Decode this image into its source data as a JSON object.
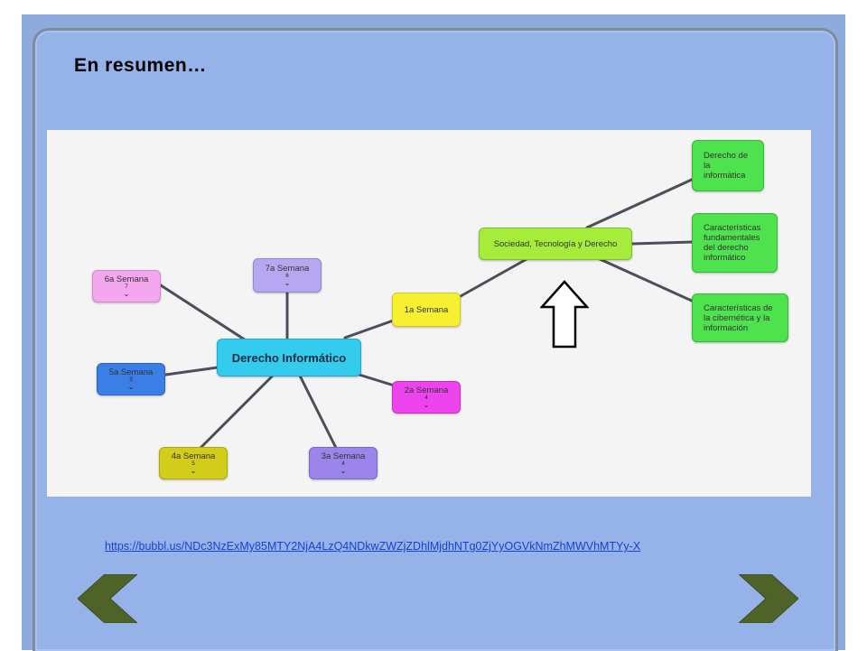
{
  "slide": {
    "title": "En resumen…",
    "link_text": "https://bubbl.us/NDc3NzExMy85MTY2NjA4LzQ4NDkwZWZjZDhlMjdhNTg0ZjYyOGVkNmZhMWVhMTYy-X",
    "colors": {
      "background": "#8faadc",
      "panel": "#95b3e8",
      "map_background": "#f4f4f4",
      "nav_arrow": "#4f6228"
    }
  },
  "mindmap": {
    "center": {
      "label": "Derecho Informático",
      "color": "#33ccee"
    },
    "weeks": [
      {
        "label": "1a Semana",
        "color": "#f5f032"
      },
      {
        "label": "2a Semana",
        "num": "4",
        "color": "#ee44ee"
      },
      {
        "label": "3a Semana",
        "num": "4",
        "color": "#9b85ea"
      },
      {
        "label": "4a Semana",
        "num": "5",
        "color": "#d2cc1a"
      },
      {
        "label": "5a Semana",
        "num": "3",
        "color": "#3b7fe6"
      },
      {
        "label": "6a Semana",
        "num": "7",
        "color": "#f4a6ee"
      },
      {
        "label": "7a Semana",
        "num": "6",
        "color": "#b7a6f0"
      }
    ],
    "topic": {
      "label": "Sociedad, Tecnología y Derecho",
      "color": "#a6ec3a"
    },
    "subtopics": [
      {
        "label": "Derecho de la informática",
        "lines": [
          "Derecho de",
          "la",
          "informática"
        ],
        "color": "#4fe24f"
      },
      {
        "label": "Características fundamentales del derecho informático",
        "lines": [
          "Características",
          "fundamentales",
          "del derecho",
          "informático"
        ],
        "color": "#4fe24f"
      },
      {
        "label": "Características de la cibernética y la información",
        "lines": [
          "Características de",
          "la cibernética y la",
          "información"
        ],
        "color": "#4fe24f"
      }
    ]
  },
  "icons": {
    "up_arrow": "up-arrow-icon",
    "back": "chevron-left-icon",
    "next": "chevron-right-icon"
  }
}
